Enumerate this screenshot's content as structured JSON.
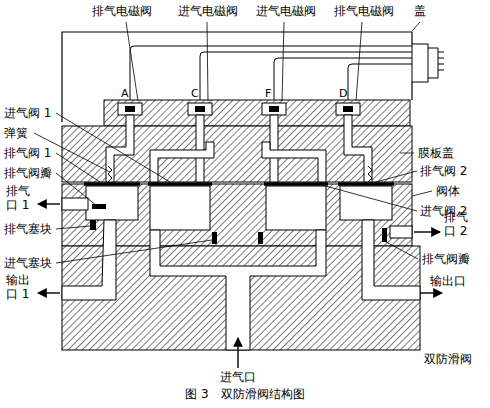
{
  "diagram": {
    "caption": "图 3　双防滑阀结构图",
    "labels": [
      "排气电磁阀",
      "进气电磁阀",
      "进气电磁阀",
      "排气电磁阀",
      "盖",
      "A",
      "C",
      "F",
      "D",
      "膜板盖",
      "进气阀 1",
      "弹簧",
      "排气阀 1",
      "排气阀瓣",
      "排气 口 1",
      "排气塞块",
      "进气塞块",
      "输出 口 1",
      "排气阀 2",
      "阀体",
      "进气阀 2",
      "排气 口 2",
      "排气阀瓣",
      "输出口",
      "进气口",
      "双防滑阀"
    ]
  }
}
